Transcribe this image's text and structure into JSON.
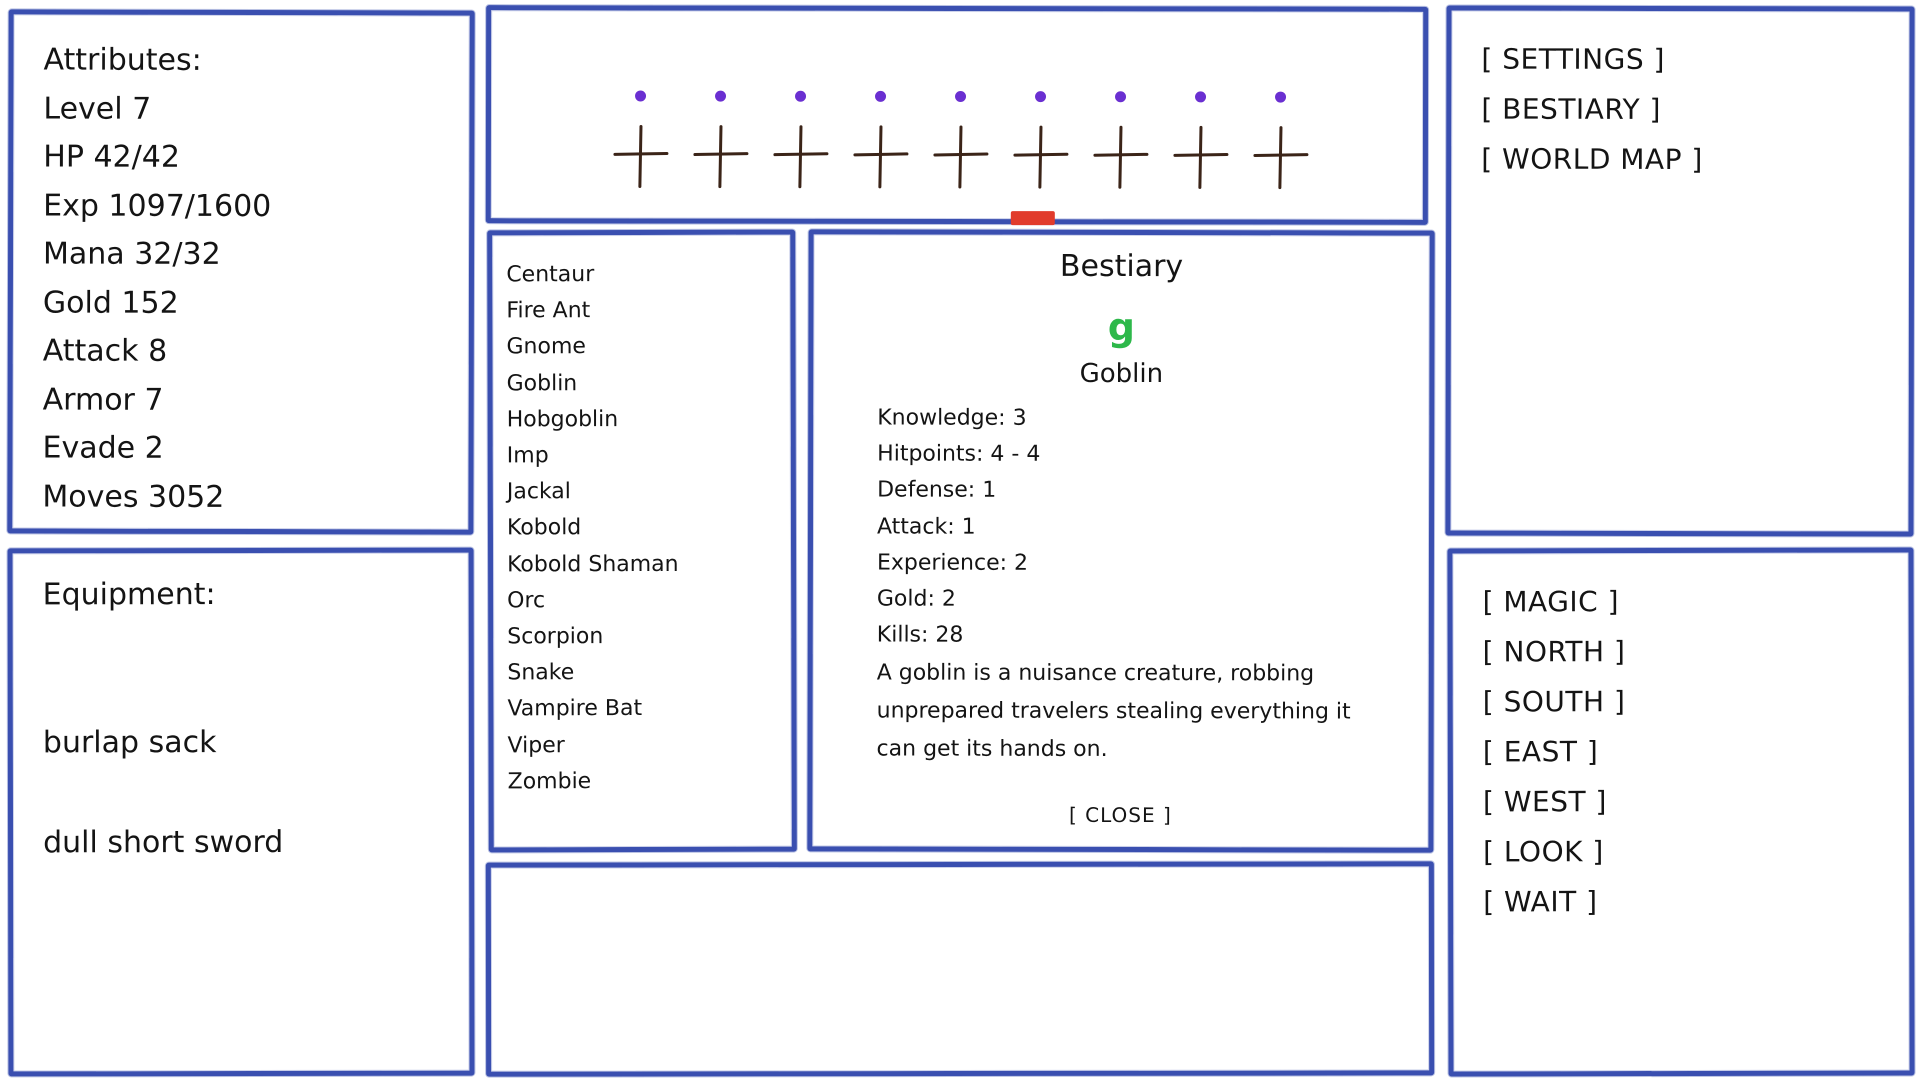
{
  "colors": {
    "panel_border": "#3a4fb0",
    "map_dot": "#6a2fd1",
    "player_marker": "#e13b2c",
    "monster_glyph": "#2db84a",
    "cross": "#3b2418"
  },
  "attributes": {
    "title": "Attributes:",
    "level": "Level 7",
    "hp": "HP 42/42",
    "exp": "Exp 1097/1600",
    "mana": "Mana 32/32",
    "gold": "Gold 152",
    "attack": "Attack 8",
    "armor": "Armor 7",
    "evade": "Evade 2",
    "moves": "Moves 3052"
  },
  "equipment": {
    "title": "Equipment:",
    "items": [
      "burlap sack",
      "dull short sword"
    ]
  },
  "map": {
    "columns": 9,
    "tile_icon": "grave-cross-icon",
    "dot_icon": "purple-dot-icon",
    "player_icon": "player-marker-icon"
  },
  "bestiary_list": {
    "monsters": [
      "Centaur",
      "Fire Ant",
      "Gnome",
      "Goblin",
      "Hobgoblin",
      "Imp",
      "Jackal",
      "Kobold",
      "Kobold Shaman",
      "Orc",
      "Scorpion",
      "Snake",
      "Vampire Bat",
      "Viper",
      "Zombie"
    ]
  },
  "bestiary_detail": {
    "title": "Bestiary",
    "glyph": "g",
    "name": "Goblin",
    "stats": {
      "knowledge": "Knowledge: 3",
      "hitpoints": "Hitpoints: 4 - 4",
      "defense": "Defense: 1",
      "attack": "Attack: 1",
      "experience": "Experience: 2",
      "gold": "Gold: 2",
      "kills": "Kills: 28"
    },
    "description": "A goblin is a nuisance creature, robbing unprepared travelers stealing everything it can get its hands on.",
    "close_label": "[ CLOSE ]"
  },
  "system_menu": {
    "settings": "[ SETTINGS ]",
    "bestiary": "[ BESTIARY ]",
    "world_map": "[ WORLD MAP ]"
  },
  "action_menu": {
    "magic": "[ MAGIC ]",
    "north": "[ NORTH ]",
    "south": "[ SOUTH ]",
    "east": "[ EAST ]",
    "west": "[ WEST ]",
    "look": "[ LOOK ]",
    "wait": "[ WAIT ]"
  }
}
